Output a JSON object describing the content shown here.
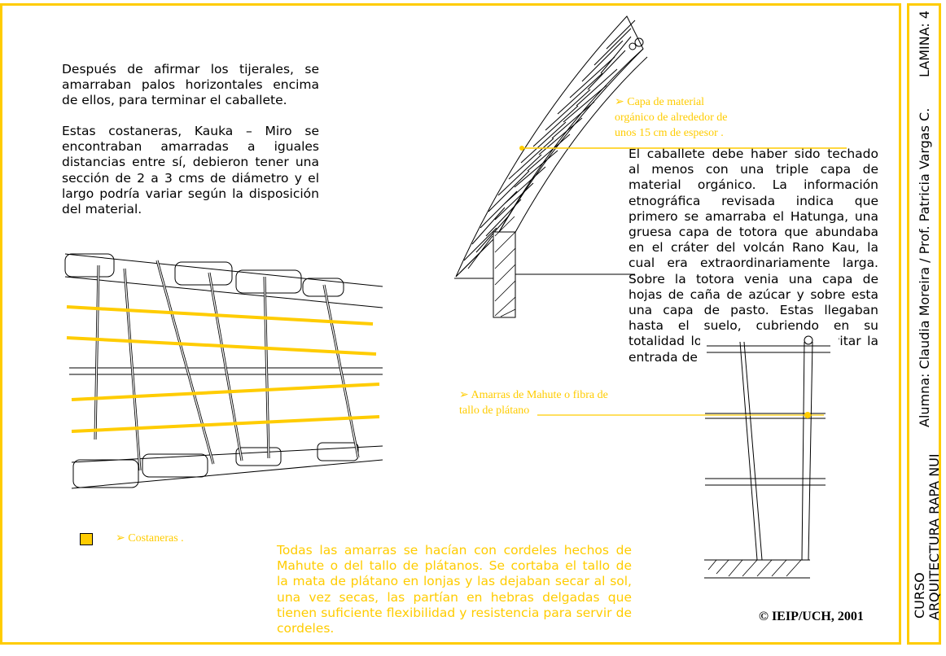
{
  "title_block": {
    "lamina": "LAMINA: 4",
    "authors": "Alumna: Claudia Moreira / Prof. Patricia Vargas C.",
    "course_line1": "CURSO",
    "course_line2": "ARQUITECTURA RAPA NUI"
  },
  "left_text": {
    "p1": [
      "Después de afirmar los tijerales, se",
      "amarraban palos horizontales encima",
      "de ellos, para terminar el caballete."
    ],
    "p2": [
      "Estas costaneras, Kauka – Miro se",
      "encontraban amarradas a iguales",
      "distancias entre sí, debieron tener una",
      "sección de 2 a 3 cms de diámetro y el",
      "largo podría variar según la disposición",
      "del material."
    ]
  },
  "right_text": {
    "lines": [
      "El caballete debe haber sido techado",
      "al menos con una triple capa de",
      "material orgánico. La información",
      "etnográfica revisada indica que",
      "primero se amarraba el Hatunga, una",
      "gruesa capa de totora que abundaba",
      "en el cráter del volcán Rano Kau, la",
      "cual era extraordinariamente larga.",
      "Sobre la totora venia una capa de",
      "hojas de caña de azúcar y sobre esta",
      "una capa de pasto. Estas llegaban",
      "hasta el suelo, cubriendo en su",
      "totalidad lo                    evitar la",
      "entrada de                        ."
    ]
  },
  "bottom_text": {
    "lines": [
      "Todas las amarras se hacían con cordeles hechos de",
      "Mahute o del tallo de plátanos. Se cortaba el tallo de",
      "la mata de plátano en lonjas y las dejaban secar al sol,",
      "una vez secas, las partían en hebras delgadas que",
      "tienen suficiente flexibilidad y resistencia para servir de",
      "cordeles."
    ]
  },
  "annotations": {
    "capa": [
      "➢ Capa de material",
      "orgánico de alrededor de",
      "unos 15 cm de espesor ."
    ],
    "amarras": [
      "➢  Amarras de Mahute o fibra de",
      "tallo de plátano"
    ],
    "legend": "➢ Costaneras ."
  },
  "copyright": "© IEIP/UCH, 2001",
  "colors": {
    "accent": "#ffcc00",
    "ink": "#000000"
  }
}
